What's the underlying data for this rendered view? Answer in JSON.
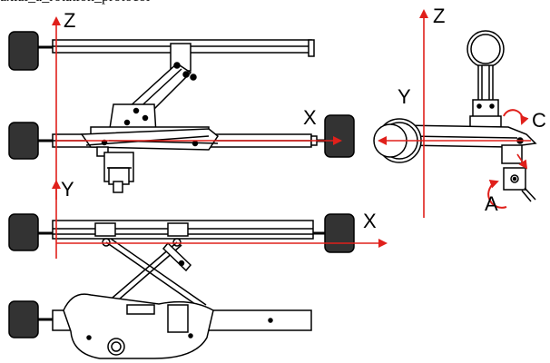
{
  "caption": "axial_a_rotation_protocol",
  "views": {
    "front": {
      "vertical_axis": "Z",
      "horizontal_axis": "X"
    },
    "side": {
      "vertical_axis": "Z",
      "horizontal_axis": "Y",
      "rot_c": "C",
      "rot_a": "A"
    },
    "top": {
      "vertical_axis": "Y",
      "horizontal_axis": "X"
    }
  },
  "colors": {
    "axis": "#e0201b",
    "line": "#000000",
    "weight": "#333333"
  }
}
